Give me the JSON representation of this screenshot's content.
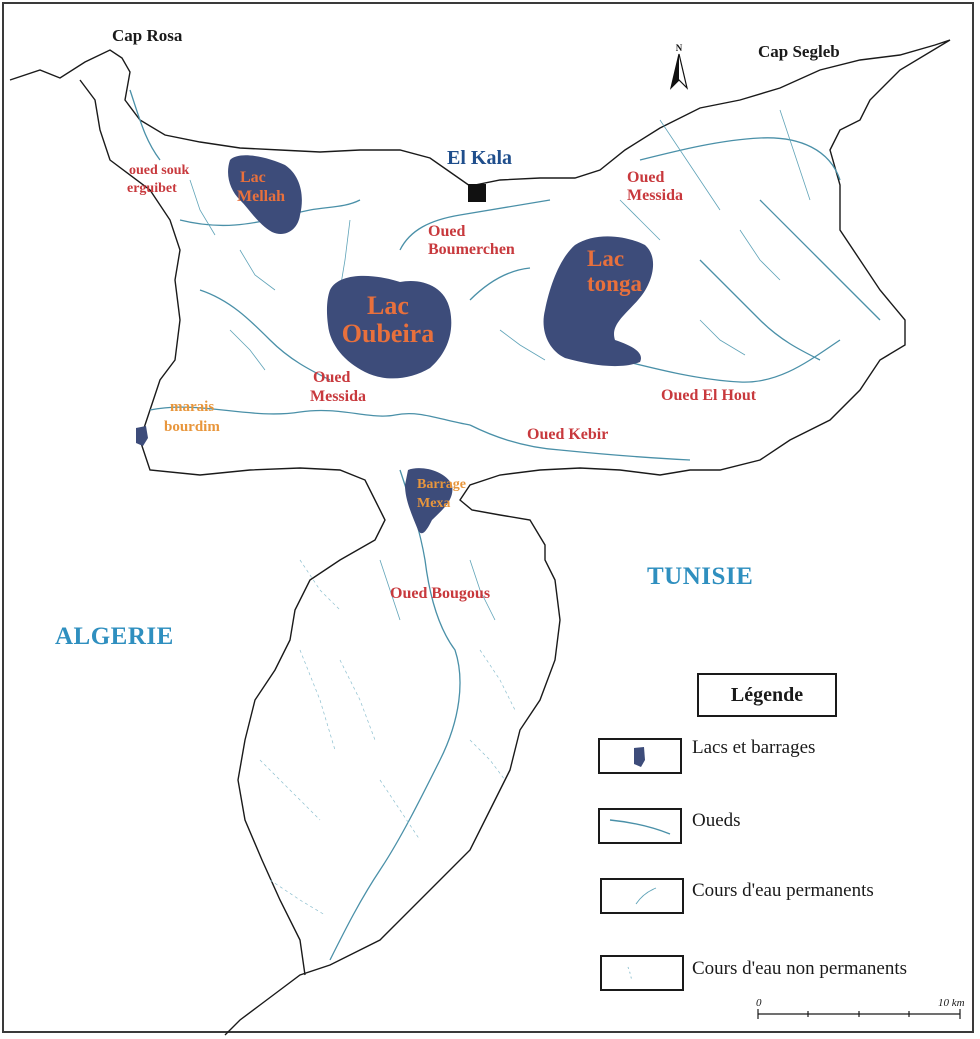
{
  "labels": {
    "cap_rosa": "Cap Rosa",
    "cap_segleb": "Cap Segleb",
    "el_kala": "El Kala",
    "oued_souk": "oued souk",
    "erguibet": "erguibet",
    "lac_mellah_1": "Lac",
    "lac_mellah_2": "Mellah",
    "oued_messida_ne_1": "Oued",
    "oued_messida_ne_2": "Messida",
    "oued_boumerchen_1": "Oued",
    "oued_boumerchen_2": "Boumerchen",
    "lac_tonga_1": "Lac",
    "lac_tonga_2": "tonga",
    "lac_oubeira_1": "Lac",
    "lac_oubeira_2": "Oubeira",
    "oued_messida_s_1": "Oued",
    "oued_messida_s_2": "Messida",
    "oued_el_hout": "Oued El Hout",
    "marais_1": "marais",
    "marais_2": "bourdim",
    "oued_kebir": "Oued Kebir",
    "barrage_1": "Barrage",
    "barrage_2": "Mexa",
    "tunisie": "TUNISIE",
    "oued_bougous": "Oued Bougous",
    "algerie": "ALGERIE",
    "north": "N"
  },
  "legend": {
    "title": "Légende",
    "items": [
      "Lacs et barrages",
      "Oueds",
      "Cours d'eau permanents",
      "Cours d'eau non permanents"
    ]
  },
  "scale": {
    "start": "0",
    "end": "10 km"
  },
  "colors": {
    "lake": "#3d4c7a",
    "river": "#4a90a8",
    "border": "#1a1a1a",
    "label_red": "#c8393d",
    "label_orange": "#e8703c",
    "country": "#2f8fbf"
  }
}
